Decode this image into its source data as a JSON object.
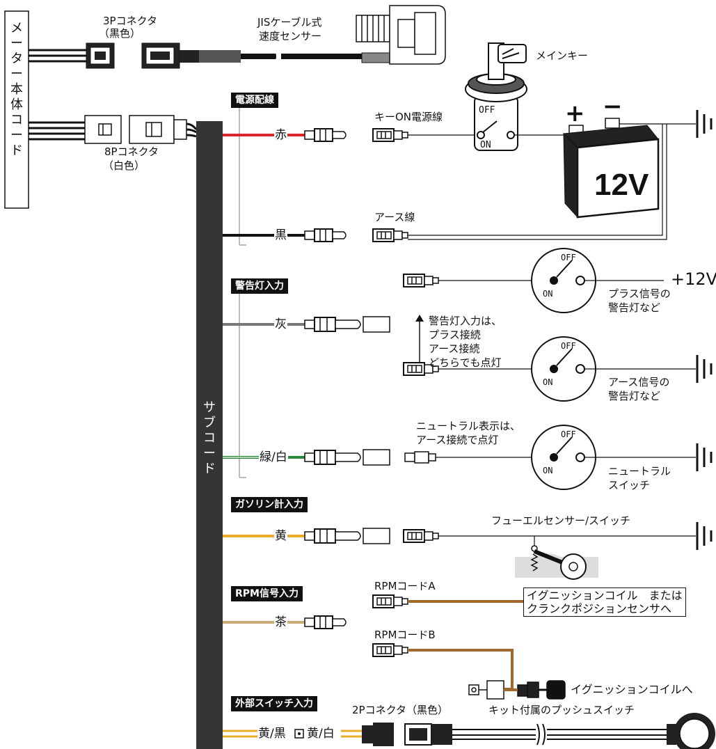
{
  "meter_body_cord": "メーター本体コード",
  "sub_cord": "サブコード",
  "connector_3p": {
    "line1": "3Pコネクタ",
    "line2": "（黒色）"
  },
  "connector_8p": {
    "line1": "8Pコネクタ",
    "line2": "（白色）"
  },
  "speed_sensor": {
    "line1": "JISケーブル式",
    "line2": "速度センサー"
  },
  "main_key": "メインキー",
  "sections": {
    "power": "電源配線",
    "warning": "警告灯入力",
    "fuel": "ガソリン計入力",
    "rpm": "RPM信号入力",
    "external": "外部スイッチ入力"
  },
  "wires": {
    "red": "赤",
    "black": "黒",
    "gray": "灰",
    "green_white": "緑/白",
    "yellow": "黄",
    "brown": "茶",
    "yellow_black": "黄/黒",
    "yellow_white": "黄/白"
  },
  "labels": {
    "key_on_power": "キーON電源線",
    "ground_wire": "アース線",
    "warning_note": [
      "警告灯入力は、",
      "プラス接続",
      "アース接続",
      "どちらでも点灯"
    ],
    "plus_12v": "+12V",
    "plus_signal": [
      "プラス信号の",
      "警告灯など"
    ],
    "ground_signal": [
      "アース信号の",
      "警告灯など"
    ],
    "neutral_note": [
      "ニュートラル表示は、",
      "アース接続で点灯"
    ],
    "neutral_switch": [
      "ニュートラル",
      "スイッチ"
    ],
    "fuel_sensor": "フューエルセンサー/スイッチ",
    "rpm_a": "RPMコードA",
    "rpm_b": "RPMコードB",
    "rpm_target": [
      "イグニッションコイル　または",
      "クランクポジションセンサへ"
    ],
    "to_ignition": "イグニッションコイルへ",
    "connector_2p": "2Pコネクタ（黒色）",
    "push_switch": "キット付属のプッシュスイッチ"
  },
  "switch_labels": {
    "off": "OFF",
    "on": "ON"
  },
  "battery": {
    "voltage": "12V",
    "plus": "+",
    "minus": "−"
  },
  "colors": {
    "red": "#d7262b",
    "black": "#111111",
    "gray": "#7a7a7a",
    "green": "#2a8a3a",
    "yellow": "#e8ad2a",
    "tan": "#c9ac7a",
    "brown": "#a0692e",
    "sub_cord_body": "#353535"
  }
}
